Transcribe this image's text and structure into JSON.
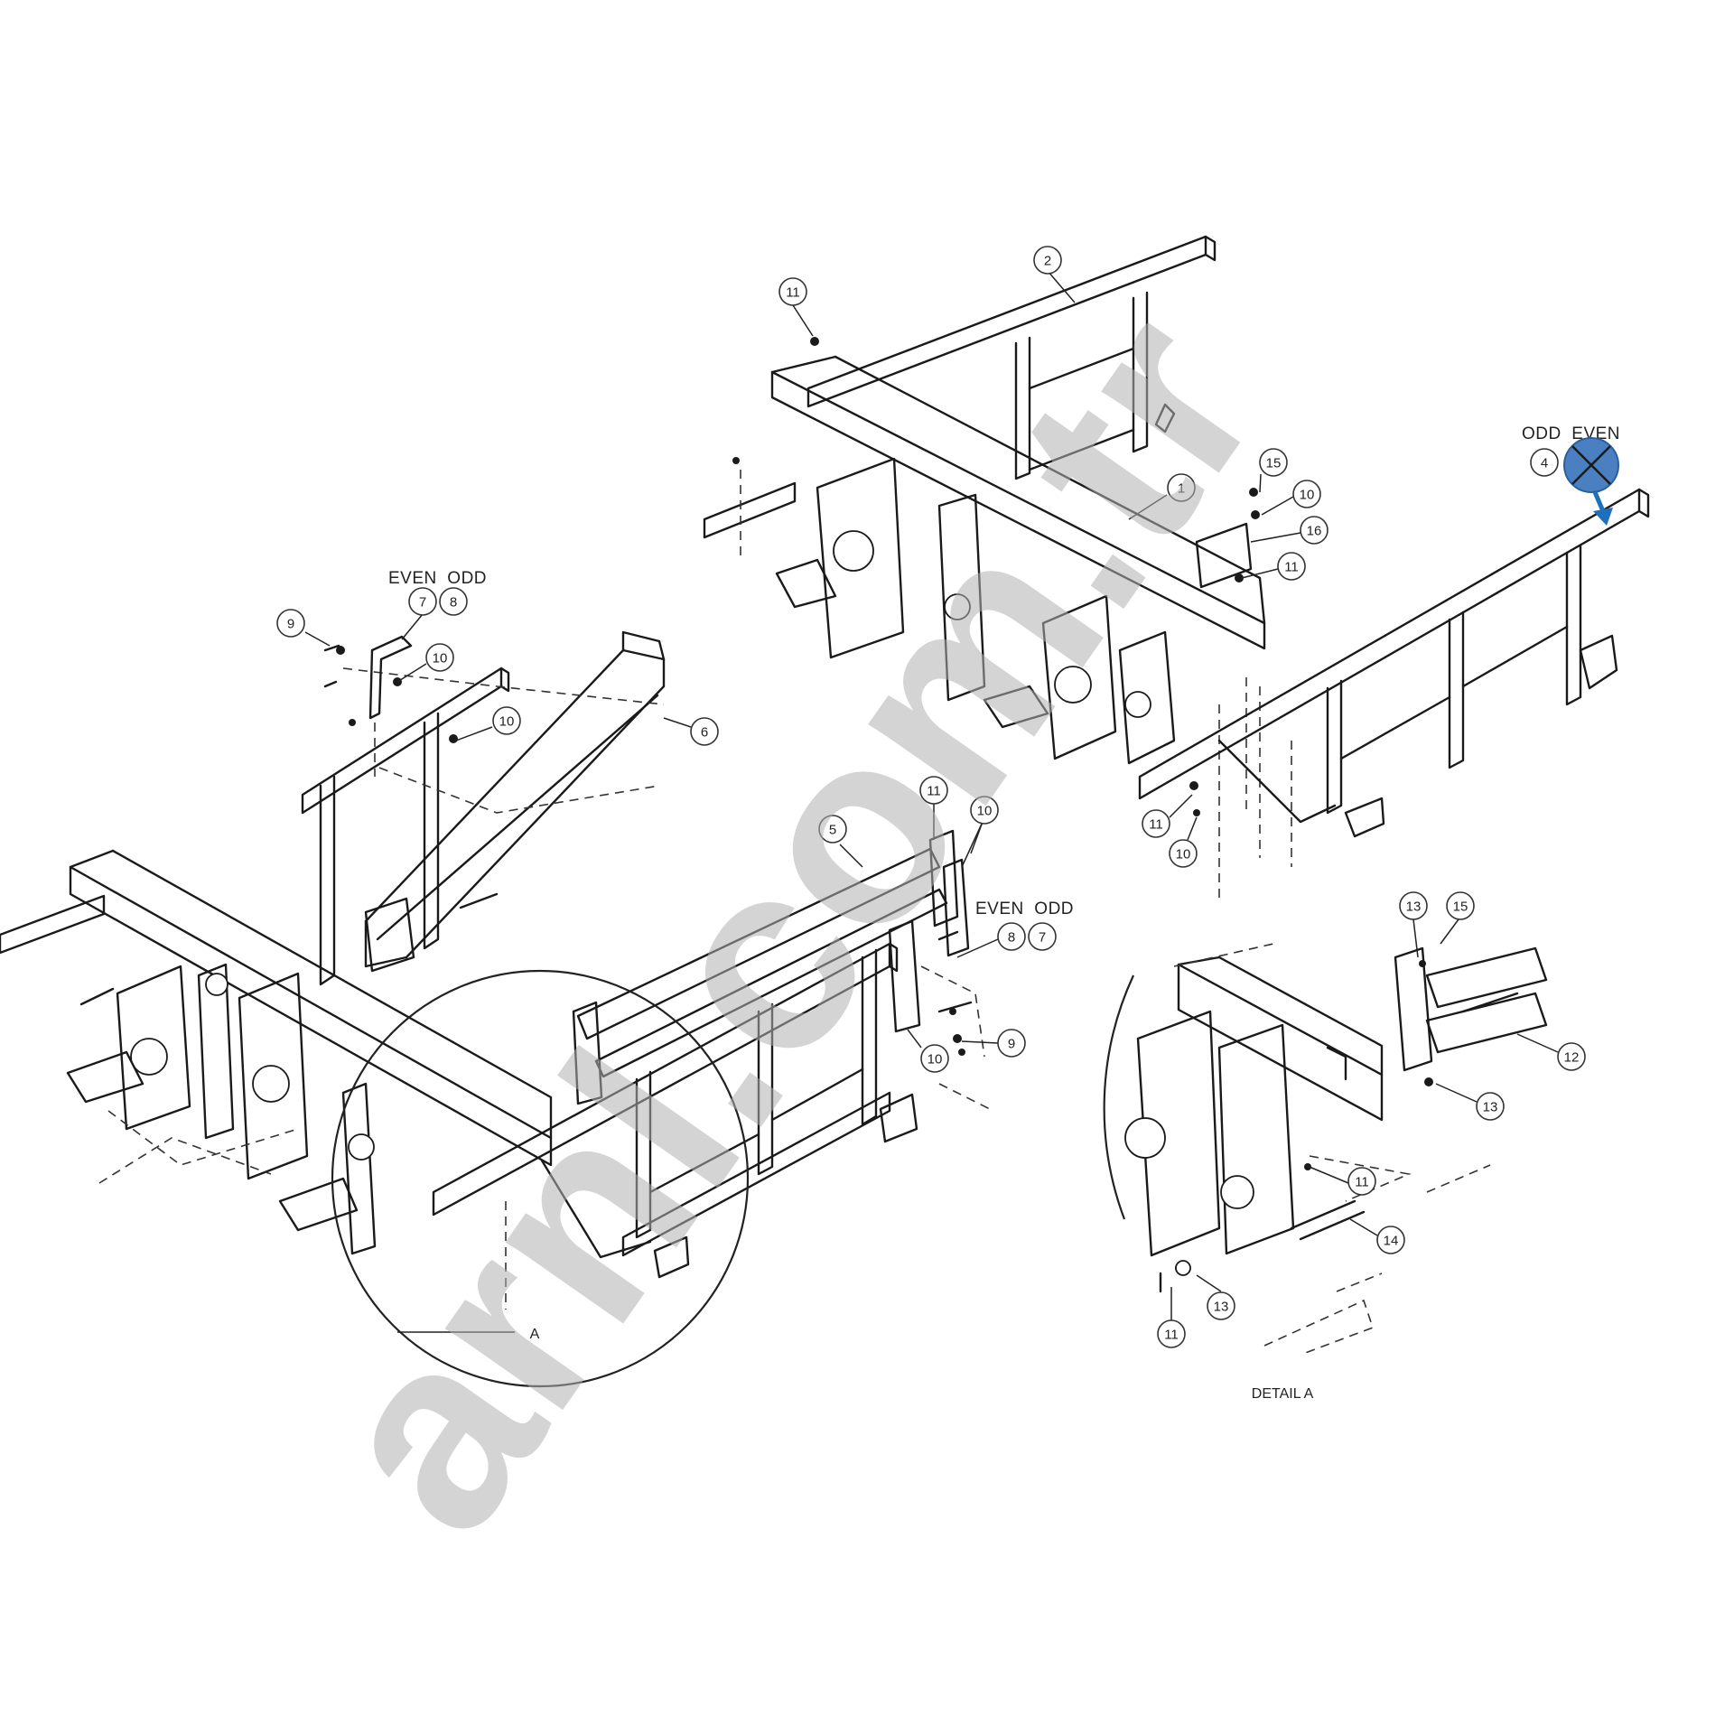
{
  "callouts": {
    "frame_top": {
      "items": [
        "1",
        "2",
        "4",
        "10",
        "10",
        "11",
        "11",
        "11",
        "15",
        "16"
      ]
    },
    "frame_left": {
      "items": [
        "6",
        "7",
        "8",
        "9",
        "10",
        "10"
      ]
    },
    "frame_center": {
      "items": [
        "5",
        "7",
        "8",
        "9",
        "10",
        "10",
        "11"
      ]
    },
    "detail": {
      "items": [
        "11",
        "11",
        "12",
        "13",
        "13",
        "13",
        "14",
        "15"
      ]
    }
  },
  "labels": {
    "odd_even_top": "ODD  EVEN",
    "even_odd_left": "EVEN  ODD",
    "even_odd_center": "EVEN  ODD",
    "section_mark": "A",
    "detail_title": "DETAIL A"
  },
  "marker": {
    "icon": "blue-x-circle-icon",
    "fill": "#4a7fc1",
    "arrow_color": "#1f6fbf"
  },
  "watermark": "arnl.com.tr"
}
